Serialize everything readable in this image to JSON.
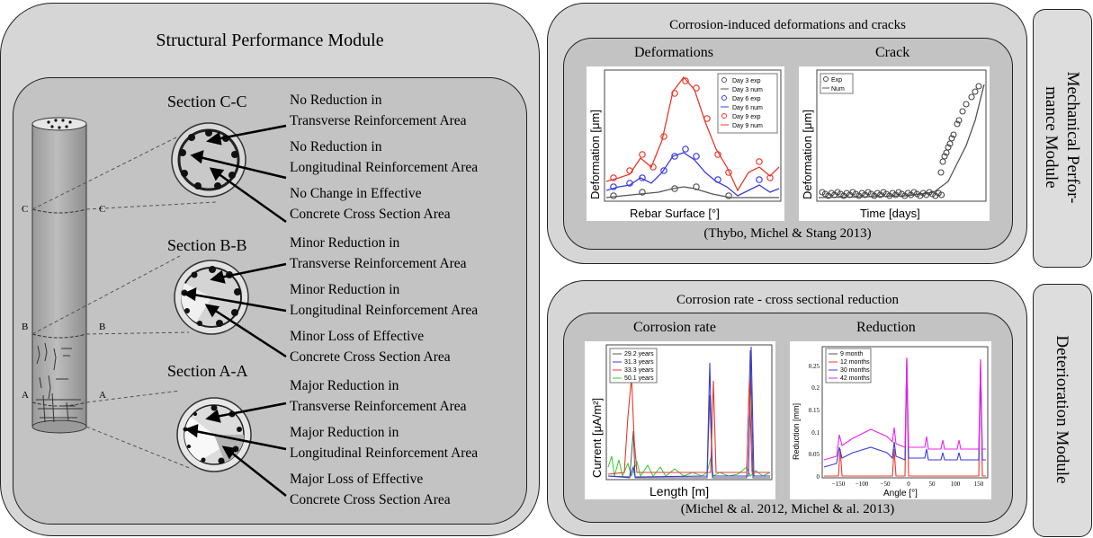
{
  "structural": {
    "title": "Structural Performance Module",
    "column_labels": {
      "c_left": "C",
      "c_right": "C",
      "b_left": "B",
      "b_right": "B",
      "a_left": "A",
      "a_right": "A"
    },
    "sections": [
      {
        "title": "Section C-C",
        "notes": [
          [
            "No Reduction in",
            "Transverse Reinforcement Area"
          ],
          [
            "No Reduction in",
            "Longitudinal Reinforcement Area"
          ],
          [
            "No Change in Effective",
            "Concrete Cross Section Area"
          ]
        ]
      },
      {
        "title": "Section B-B",
        "notes": [
          [
            "Minor Reduction in",
            "Transverse Reinforcement Area"
          ],
          [
            "Minor Reduction in",
            "Longitudinal Reinforcement Area"
          ],
          [
            "Minor Loss of Effective",
            "Concrete Cross Section Area"
          ]
        ]
      },
      {
        "title": "Section A-A",
        "notes": [
          [
            "Major Reduction in",
            "Transverse Reinforcement Area"
          ],
          [
            "Major Reduction in",
            "Longitudinal Reinforcement Area"
          ],
          [
            "Major Loss of Effective",
            "Concrete Cross Section Area"
          ]
        ]
      }
    ]
  },
  "mechanical": {
    "title": "Corrosion-induced deformations and cracks",
    "side_label_1": "Mechanical Perfor-",
    "side_label_2": "mance Module",
    "citation": "(Thybo, Michel & Stang 2013)",
    "panel1": {
      "title": "Deformations",
      "xlabel": "Rebar Surface [°]",
      "ylabel": "Deformation [μm]",
      "legend": [
        "Day 3 exp",
        "Day 3 num",
        "Day 6 exp",
        "Day 6 num",
        "Day 9 exp",
        "Day 9 num"
      ]
    },
    "panel2": {
      "title": "Crack",
      "xlabel": "Time [days]",
      "ylabel": "Deformation [μm]",
      "legend": [
        "Exp",
        "Num"
      ]
    }
  },
  "deterioration": {
    "title": "Corrosion rate - cross sectional reduction",
    "side_label": "Deterioration Module",
    "citation": "(Michel & al. 2012, Michel & al. 2013)",
    "panel1": {
      "title": "Corrosion rate",
      "xlabel": "Length [m]",
      "ylabel": "Current [μA/m²]",
      "legend": [
        "29.2 years",
        "31.3 years",
        "33.3 years",
        "50.1 years"
      ]
    },
    "panel2": {
      "title": "Reduction",
      "xlabel": "Angle [°]",
      "ylabel": "Reduction [mm]",
      "legend": [
        "9 month",
        "12 months",
        "30 months",
        "42 months"
      ],
      "yticks": [
        "0.25",
        "0.2",
        "0.15",
        "0.1",
        "0.05",
        "0"
      ],
      "xticks": [
        "−150",
        "−100",
        "−50",
        "0",
        "50",
        "100",
        "150"
      ]
    }
  },
  "colors": {
    "panel_bg": "#d6d6d6",
    "inner_bg": "#c4c4c4",
    "column": "#a8a8a8",
    "red": "#e8392c",
    "blue": "#3a3ae0",
    "green": "#2ecc2e",
    "magenta": "#ee22ee",
    "gray": "#555555"
  }
}
